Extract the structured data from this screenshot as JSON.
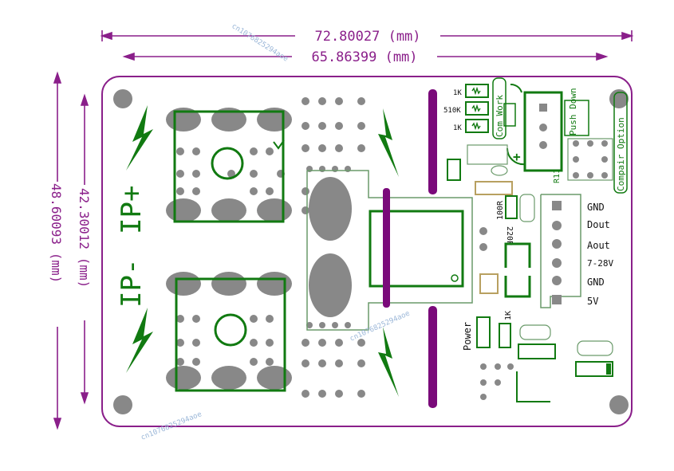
{
  "dimensions": {
    "width_outer": "72.80027 (mm)",
    "width_inner": "65.86399 (mm)",
    "height_inner": "42.30012 (mm)",
    "height_outer": "48.60093 (mm)"
  },
  "silkscreen": {
    "ip_plus": "IP+",
    "ip_minus": "IP-",
    "res_1k_a": "1K",
    "res_510k": "510K",
    "res_1k_b": "1K",
    "com_work": "Com Work",
    "push_down": "Push Down",
    "compair_option": "Compair Option",
    "r11": "R11",
    "plus_sign": "+",
    "r100": "100R",
    "c220p": "220P",
    "power": "Power",
    "res_1k_power": "1K"
  },
  "connector_pins": [
    "GND",
    "Dout",
    "Aout",
    "7-28V",
    "GND",
    "5V"
  ],
  "watermarks": [
    "cn1076825294aoe",
    "cn1076825294aoe",
    "cn1076825294aoe"
  ],
  "colors": {
    "dimension": "#8a1f8a",
    "board_outline": "#8a1f8a",
    "copper_pad": "#888888",
    "silk": "#117a11",
    "slot": "#7a0a7a",
    "outline_thin": "#6a9a6a"
  }
}
